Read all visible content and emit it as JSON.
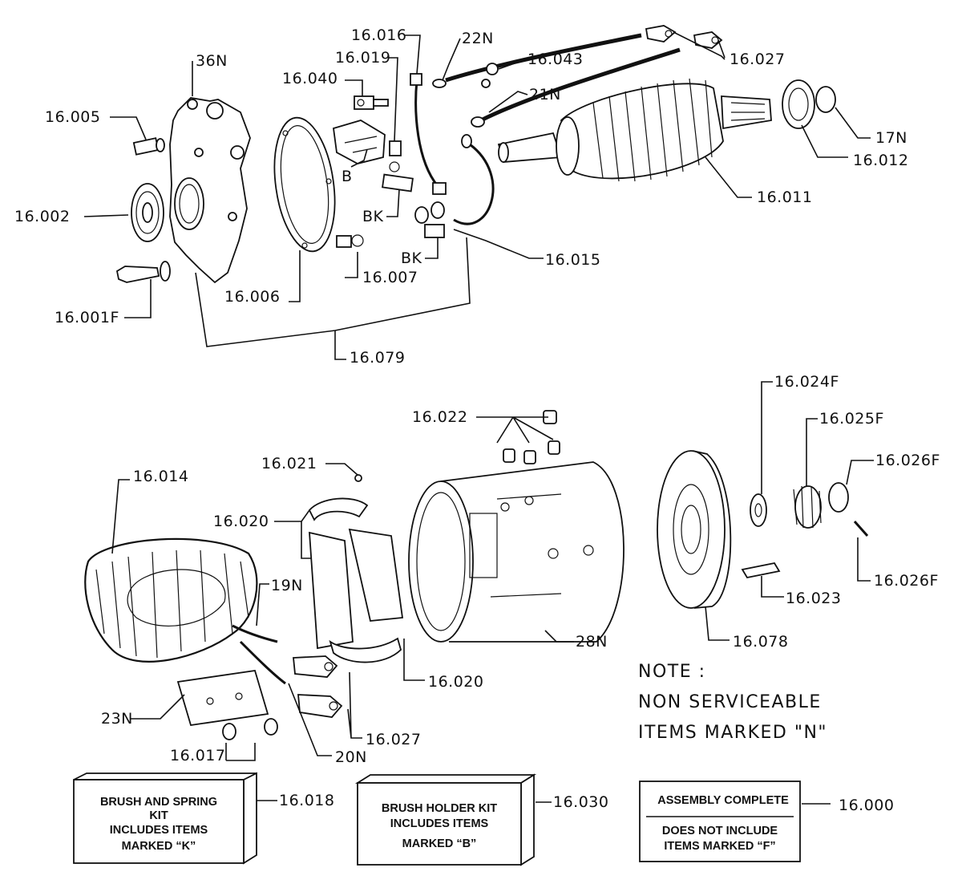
{
  "labels": {
    "l_16005": "16.005",
    "l_36N": "36N",
    "l_16002": "16.002",
    "l_16001F": "16.001F",
    "l_16006": "16.006",
    "l_16079": "16.079",
    "l_16040": "16.040",
    "l_16019": "16.019",
    "l_16016": "16.016",
    "l_22N": "22N",
    "l_16043": "16.043",
    "l_21N": "21N",
    "l_16027_top": "16.027",
    "l_17N": "17N",
    "l_16012": "16.012",
    "l_16011": "16.011",
    "l_B": "B",
    "l_BK1": "BK",
    "l_BK2": "BK",
    "l_16007": "16.007",
    "l_16015": "16.015",
    "l_16022": "16.022",
    "l_16024F": "16.024F",
    "l_16025F": "16.025F",
    "l_16026F_a": "16.026F",
    "l_16026F_b": "16.026F",
    "l_16023": "16.023",
    "l_16078": "16.078",
    "l_28N": "28N",
    "l_16021": "16.021",
    "l_16020_a": "16.020",
    "l_16020_b": "16.020",
    "l_16014": "16.014",
    "l_19N": "19N",
    "l_23N": "23N",
    "l_16017": "16.017",
    "l_20N": "20N",
    "l_16027_bottom": "16.027",
    "l_16018": "16.018",
    "l_16030": "16.030",
    "l_16000": "16.000"
  },
  "note": {
    "line1": "NOTE :",
    "line2": "NON SERVICEABLE",
    "line3": "ITEMS MARKED \"N\""
  },
  "boxes": {
    "brush_spring": {
      "line1": "BRUSH AND SPRING",
      "line2": "KIT",
      "line3": "INCLUDES ITEMS",
      "line4": "MARKED  “K”"
    },
    "brush_holder": {
      "line1": "BRUSH HOLDER KIT",
      "line2": "INCLUDES ITEMS",
      "line3": "MARKED  “B”"
    },
    "assembly": {
      "line1": "ASSEMBLY  COMPLETE",
      "line2": "DOES NOT INCLUDE",
      "line3": "ITEMS MARKED “F”"
    }
  }
}
